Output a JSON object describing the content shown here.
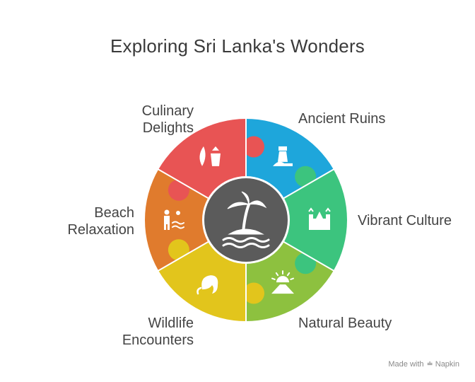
{
  "title": "Exploring Sri Lanka's Wonders",
  "center": {
    "icon": "palm-island-icon",
    "color": "#5b5b5b"
  },
  "segments": [
    {
      "id": "ancient-ruins",
      "label": [
        "Ancient Ruins"
      ],
      "color": "#1ea6db",
      "icon": "lighthouse-icon"
    },
    {
      "id": "vibrant-culture",
      "label": [
        "Vibrant Culture"
      ],
      "color": "#3cc47e",
      "icon": "castle-icon"
    },
    {
      "id": "natural-beauty",
      "label": [
        "Natural Beauty"
      ],
      "color": "#8dc13f",
      "icon": "sunrise-road-icon"
    },
    {
      "id": "wildlife-encounters",
      "label": [
        "Wildlife",
        "Encounters"
      ],
      "color": "#e2c51c",
      "icon": "elephant-icon"
    },
    {
      "id": "beach-relaxation",
      "label": [
        "Beach",
        "Relaxation"
      ],
      "color": "#e07b2d",
      "icon": "beach-person-icon"
    },
    {
      "id": "culinary-delights",
      "label": [
        "Culinary",
        "Delights"
      ],
      "color": "#e85454",
      "icon": "leaf-jar-icon"
    }
  ],
  "footer": {
    "made_with": "Made with",
    "brand": "Napkin"
  }
}
